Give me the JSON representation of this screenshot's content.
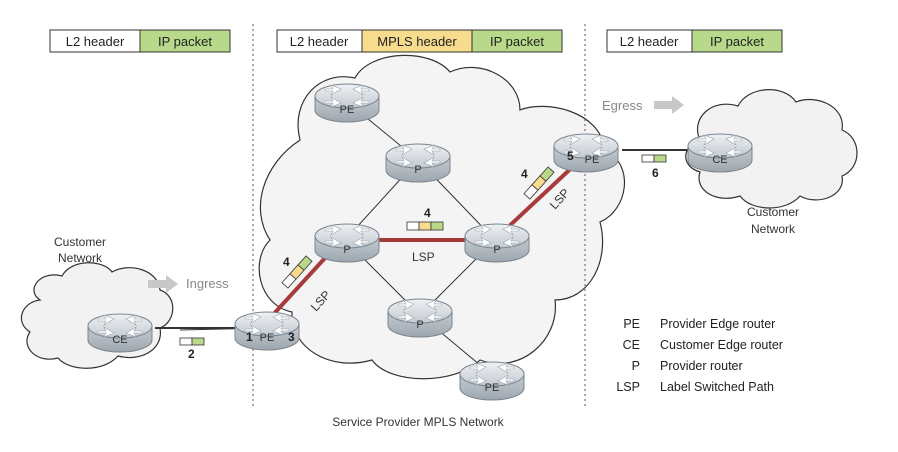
{
  "headers": {
    "left": {
      "l2": "L2 header",
      "ip": "IP packet"
    },
    "middle": {
      "l2": "L2 header",
      "mpls": "MPLS header",
      "ip": "IP packet"
    },
    "right": {
      "l2": "L2 header",
      "ip": "IP packet"
    }
  },
  "labels": {
    "customer_network_left": [
      "Customer",
      "Network"
    ],
    "customer_network_right": [
      "Customer",
      "Network"
    ],
    "ingress": "Ingress",
    "egress": "Egress",
    "caption": "Service Provider MPLS Network"
  },
  "routers": {
    "ce_left": "CE",
    "pe_ingress": "PE",
    "pe_top": "PE",
    "p_top": "P",
    "p_left": "P",
    "p_right": "P",
    "p_bottom": "P",
    "pe_bottom": "PE",
    "pe_egress": "PE",
    "ce_right": "CE"
  },
  "steps": {
    "s1": "1",
    "s2": "2",
    "s3": "3",
    "s4a": "4",
    "s4b": "4",
    "s4c": "4",
    "s5": "5",
    "s6": "6"
  },
  "lsp_labels": {
    "a": "LSP",
    "b": "LSP",
    "c": "LSP"
  },
  "legend": [
    {
      "key": "PE",
      "value": "Provider Edge router"
    },
    {
      "key": "CE",
      "value": "Customer Edge router"
    },
    {
      "key": "P",
      "value": "Provider router"
    },
    {
      "key": "LSP",
      "value": "Label Switched Path"
    }
  ],
  "colors": {
    "ip_green": "#b9d98a",
    "mpls_yellow": "#f7dc8e",
    "lsp_red": "#a83a3a",
    "router_gray": "#cfd5db",
    "cloud_gray": "#f2f2f2"
  }
}
